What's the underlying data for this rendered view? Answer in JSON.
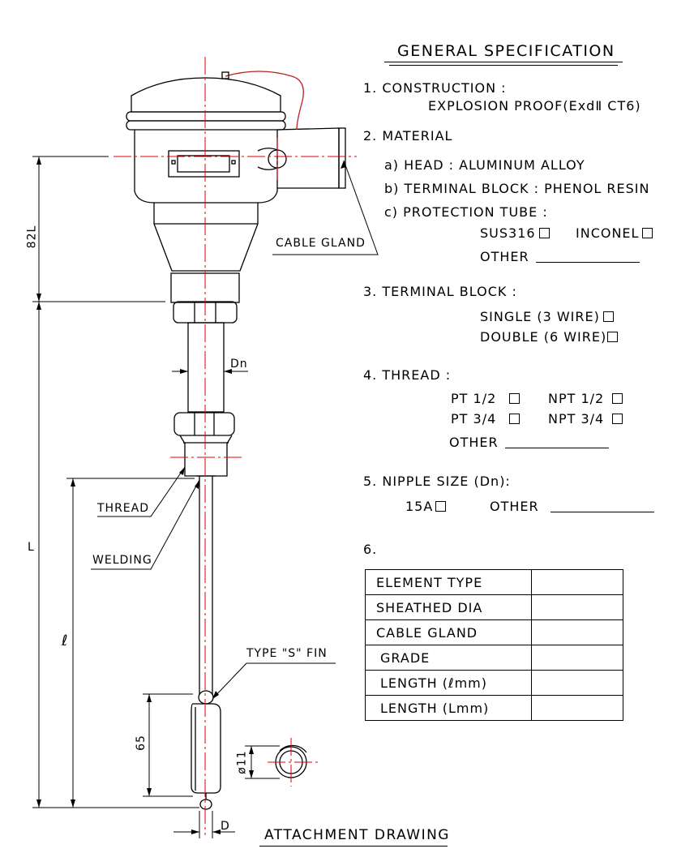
{
  "spec": {
    "title": "GENERAL SPECIFICATION",
    "construction": {
      "num": "1.",
      "label": "CONSTRUCTION :",
      "value": "EXPLOSION PROOF(ExdⅡ CT6)"
    },
    "material": {
      "num": "2.",
      "label": "MATERIAL",
      "head": "a) HEAD : ALUMINUM ALLOY",
      "terminal_block": "b) TERMINAL BLOCK : PHENOL RESIN",
      "protection_tube": "c) PROTECTION TUBE :",
      "opt_sus316": "SUS316",
      "opt_inconel": "INCONEL",
      "opt_other": "OTHER"
    },
    "terminal_block": {
      "num": "3.",
      "label": "TERMINAL BLOCK :",
      "single": "SINGLE (3 WIRE)",
      "double": "DOUBLE (6 WIRE)"
    },
    "thread": {
      "num": "4.",
      "label": "THREAD :",
      "pt12": "PT 1/2",
      "npt12": "NPT 1/2",
      "pt34": "PT 3/4",
      "npt34": "NPT 3/4",
      "other": "OTHER"
    },
    "nipple": {
      "num": "5.",
      "label": "NIPPLE SIZE (Dn):",
      "a15": "15A",
      "other": "OTHER"
    },
    "item6": {
      "num": "6."
    },
    "table_rows": [
      "ELEMENT TYPE",
      "SHEATHED DIA",
      "CABLE GLAND",
      "GRADE",
      "LENGTH (ℓmm)",
      "LENGTH (Lmm)"
    ]
  },
  "drawing": {
    "cable_gland": "CABLE GLAND",
    "dn": "Dn",
    "thread": "THREAD",
    "welding": "WELDING",
    "fin": "TYPE \"S\" FIN",
    "dim_82l": "82L",
    "dim_l": "L",
    "dim_ell": "ℓ",
    "dim_65": "65",
    "dim_d11": "ø11",
    "dim_d": "D",
    "footer": "ATTACHMENT DRAWING"
  },
  "colors": {
    "centerline": "#e00000",
    "ink": "#000000"
  }
}
